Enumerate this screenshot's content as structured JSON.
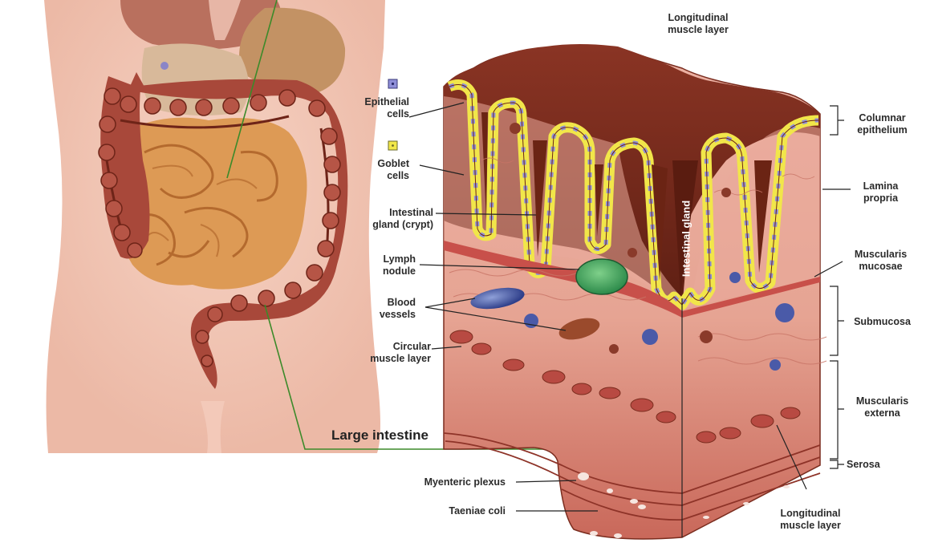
{
  "labels": {
    "longitudinal_top": "Longitudinal\nmuscle layer",
    "epithelial_cells": "Epithelial\ncells",
    "goblet_cells": "Goblet\ncells",
    "intestinal_gland_crypt": "Intestinal\ngland (crypt)",
    "lymph_nodule": "Lymph\nnodule",
    "blood_vessels": "Blood\nvessels",
    "circular_muscle": "Circular\nmuscle layer",
    "large_intestine": "Large intestine",
    "myenteric_plexus": "Myenteric plexus",
    "taeniae_coli": "Taeniae coli",
    "columnar_epithelium": "Columnar\nepithelium",
    "lamina_propria": "Lamina\npropria",
    "muscularis_mucosae": "Muscularis\nmucosae",
    "submucosa": "Submucosa",
    "muscularis_externa": "Muscularis\nexterna",
    "serosa": "Serosa",
    "longitudinal_bottom": "Longitudinal\nmuscle layer",
    "intestinal_gland_vertical": "Intestinal gland"
  },
  "colors": {
    "epithelial_key": "#8f8fd8",
    "goblet_key": "#f2e84a",
    "tissue": "#e9a79a",
    "crypt_lumen": "#6b2414",
    "surface": "#7a2c1e",
    "leader_green": "#3c8a2a",
    "colon": "#a8483a",
    "small_intestine": "#d9944c"
  }
}
